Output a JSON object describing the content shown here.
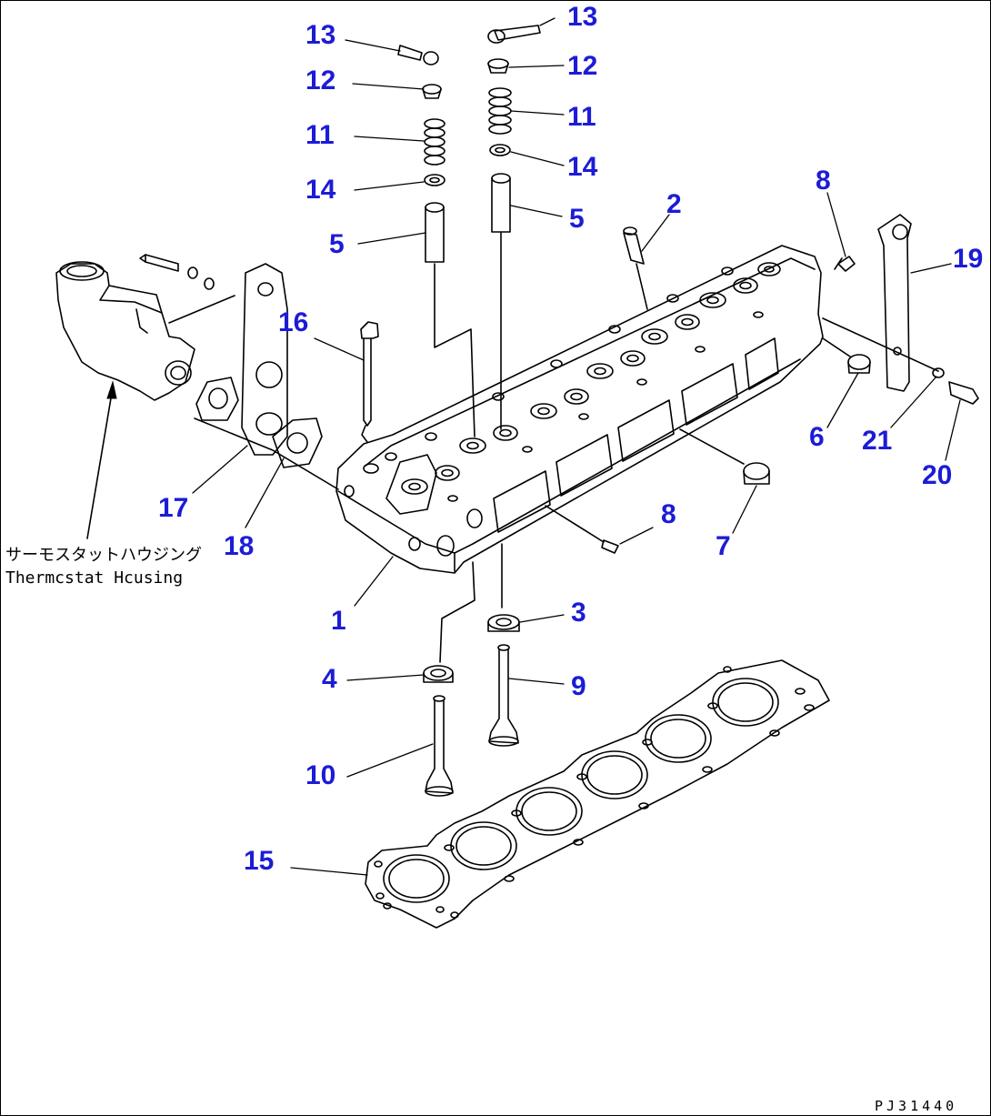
{
  "colors": {
    "callout": "#1c1cd6",
    "line": "#000000",
    "background": "#ffffff"
  },
  "housing_label": {
    "jp": "サーモスタットハウジング",
    "en": "Thermcstat Hcusing"
  },
  "drawing_code": "PJ31440",
  "callouts": {
    "c1": "1",
    "c2": "2",
    "c3": "3",
    "c4": "4",
    "c5_left": "5",
    "c5_right": "5",
    "c6": "6",
    "c7": "7",
    "c8_top": "8",
    "c8_bottom": "8",
    "c9": "9",
    "c10": "10",
    "c11_left": "11",
    "c11_right": "11",
    "c12_left": "12",
    "c12_right": "12",
    "c13_left": "13",
    "c13_right": "13",
    "c14_left": "14",
    "c14_right": "14",
    "c15": "15",
    "c16": "16",
    "c17": "17",
    "c18": "18",
    "c19": "19",
    "c20": "20",
    "c21": "21"
  }
}
